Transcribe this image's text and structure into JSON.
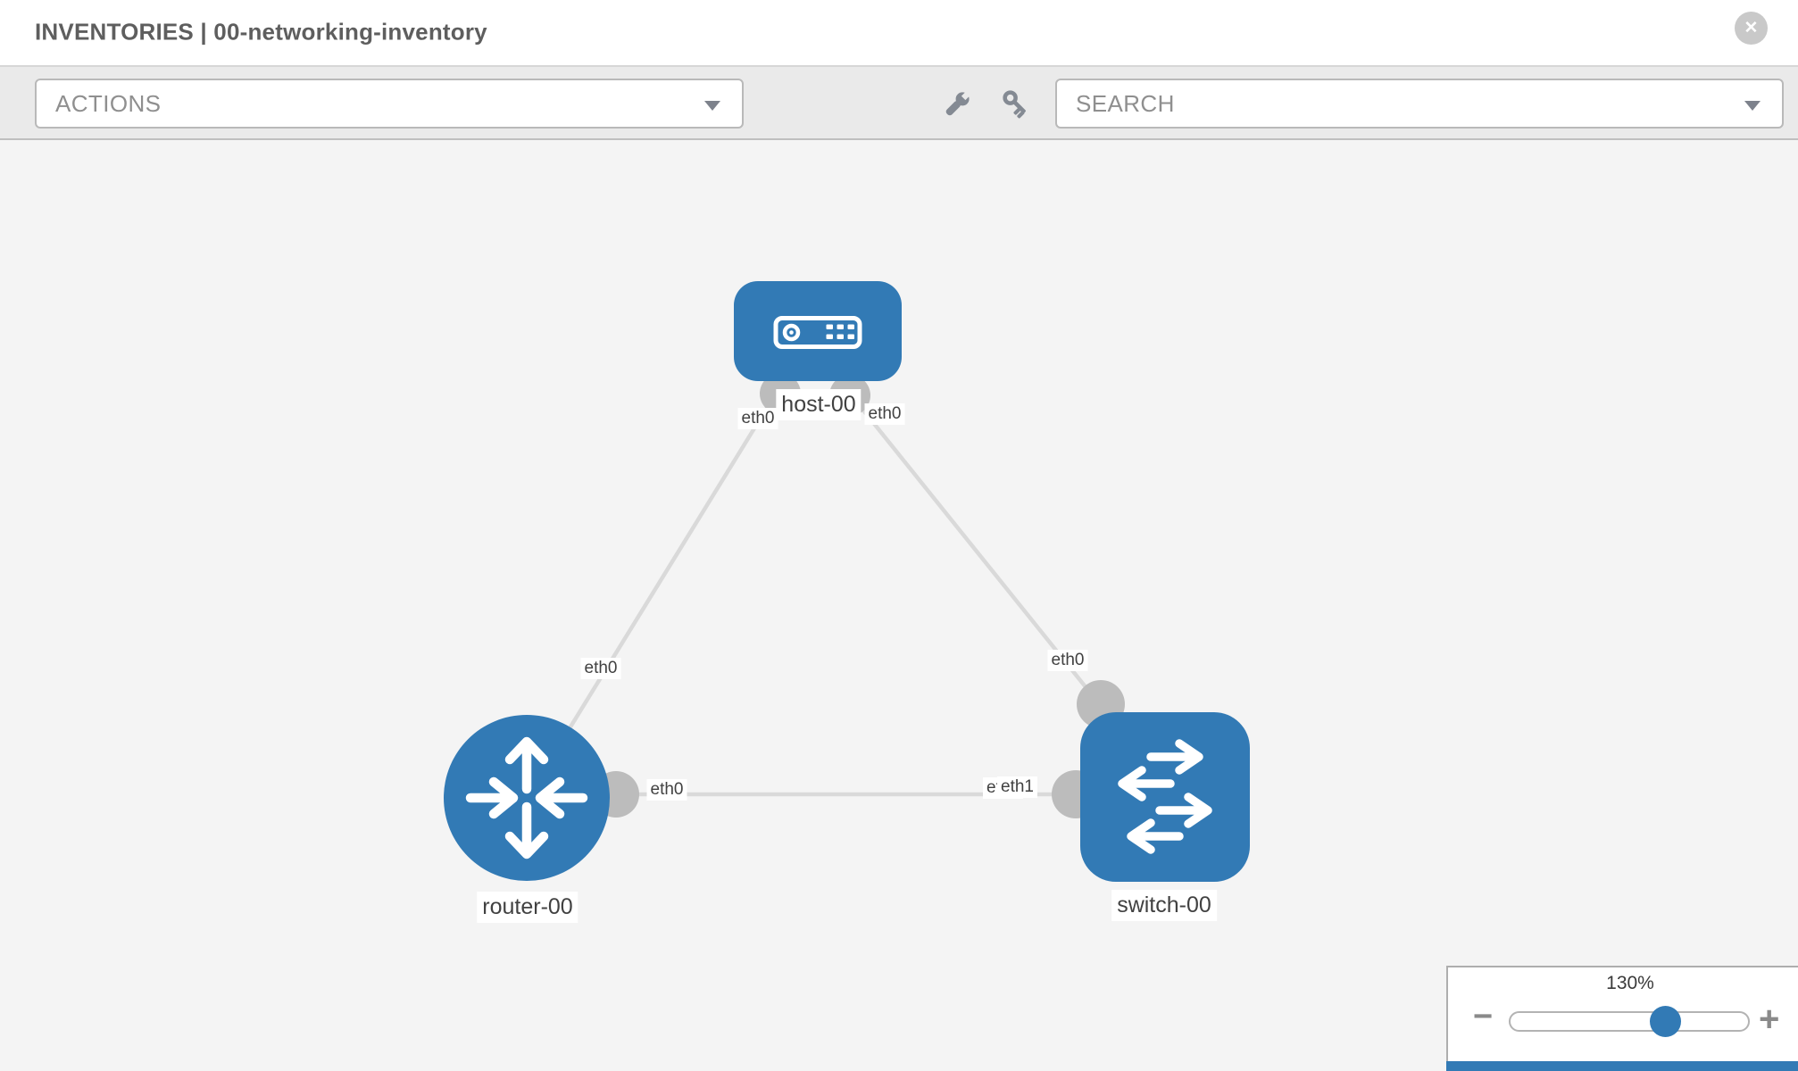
{
  "header": {
    "title": "INVENTORIES | 00-networking-inventory",
    "close_icon": "✕"
  },
  "toolbar": {
    "actions_label": "ACTIONS",
    "search_label": "SEARCH"
  },
  "diagram": {
    "nodes": [
      {
        "id": "host-00",
        "type": "host",
        "label": "host-00"
      },
      {
        "id": "router-00",
        "type": "router",
        "label": "router-00"
      },
      {
        "id": "switch-00",
        "type": "switch",
        "label": "switch-00"
      }
    ],
    "links": [
      {
        "source": "host-00",
        "target": "router-00",
        "source_interface": "eth0",
        "target_interface": "eth0"
      },
      {
        "source": "host-00",
        "target": "switch-00",
        "source_interface": "eth0",
        "target_interface": "eth0"
      },
      {
        "source": "router-00",
        "target": "switch-00",
        "source_interface": "eth0",
        "target_interface": "eth1"
      }
    ],
    "interface_labels": {
      "host_to_router_at_host": "eth0",
      "host_to_router_at_router": "eth0",
      "host_to_switch_at_host": "eth0",
      "host_to_switch_at_switch": "eth0",
      "router_to_switch_at_router": "eth0",
      "router_to_switch_at_switch_back": "eth0",
      "router_to_switch_at_switch": "eth1"
    }
  },
  "zoom_control": {
    "level": "130%",
    "minus_label": "−",
    "plus_label": "+"
  },
  "colors": {
    "node_blue": "#327ab5",
    "link_gray": "#d9d9d9",
    "port_dot_gray": "#bcbcbc",
    "canvas_bg": "#f4f4f4"
  }
}
